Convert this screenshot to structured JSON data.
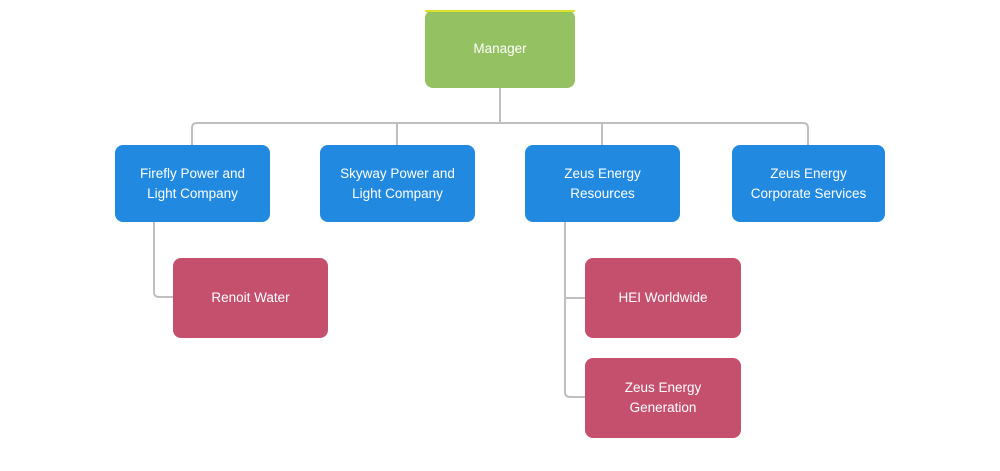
{
  "diagram": {
    "type": "org-chart",
    "nodes": {
      "manager": {
        "label": "Manager",
        "level": "root"
      },
      "firefly": {
        "label": "Firefly Power and Light Company",
        "parent": "manager"
      },
      "skyway": {
        "label": "Skyway Power and Light Company",
        "parent": "manager"
      },
      "zeus_resources": {
        "label": "Zeus Energy Resources",
        "parent": "manager"
      },
      "zeus_corporate": {
        "label": "Zeus Energy Corporate Services",
        "parent": "manager"
      },
      "renoit": {
        "label": "Renoit Water",
        "parent": "firefly"
      },
      "hei": {
        "label": "HEI Worldwide",
        "parent": "zeus_resources"
      },
      "zeus_generation": {
        "label": "Zeus Energy Generation",
        "parent": "zeus_resources"
      }
    },
    "colors": {
      "root_node": "#94c262",
      "root_top_highlight": "#dce22a",
      "level2_node": "#2189e0",
      "level3_node": "#c5506e",
      "connector": "#bfbfbf",
      "node_text": "#ffffff",
      "background": "#ffffff"
    }
  }
}
